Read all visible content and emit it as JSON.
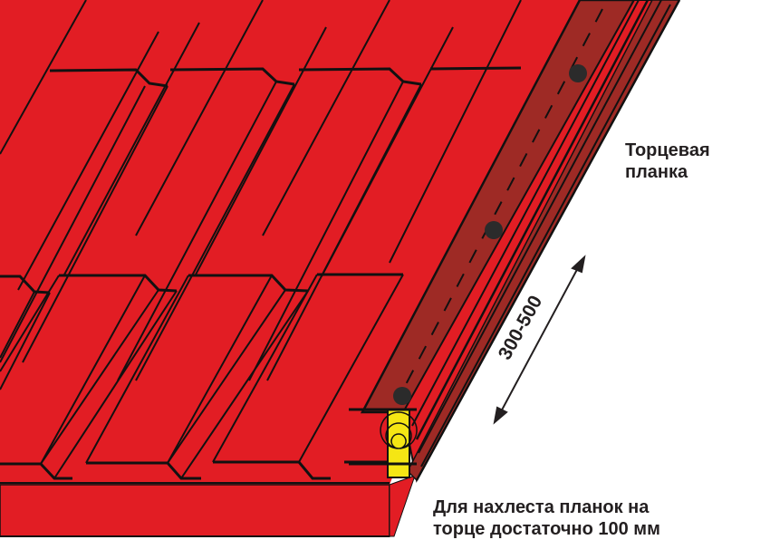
{
  "diagram": {
    "subject": "metal-tile-roof-gable-end-trim",
    "labels": {
      "trim": [
        "Торцевая",
        "планка"
      ],
      "dimension": "300-500",
      "overlap_note": [
        "Для нахлеста планок на",
        "торце достаточно 100 мм"
      ]
    },
    "colors": {
      "roof_red": "#e21d24",
      "trim_dark": "#9e2a25",
      "outline": "#111111",
      "fastener": "#2b2b2b",
      "wood_yellow": "#f5e614",
      "text": "#231f20",
      "background": "#ffffff"
    },
    "elements": {
      "fasteners_count": 3,
      "arrow": "double-headed dimension arrow"
    }
  }
}
